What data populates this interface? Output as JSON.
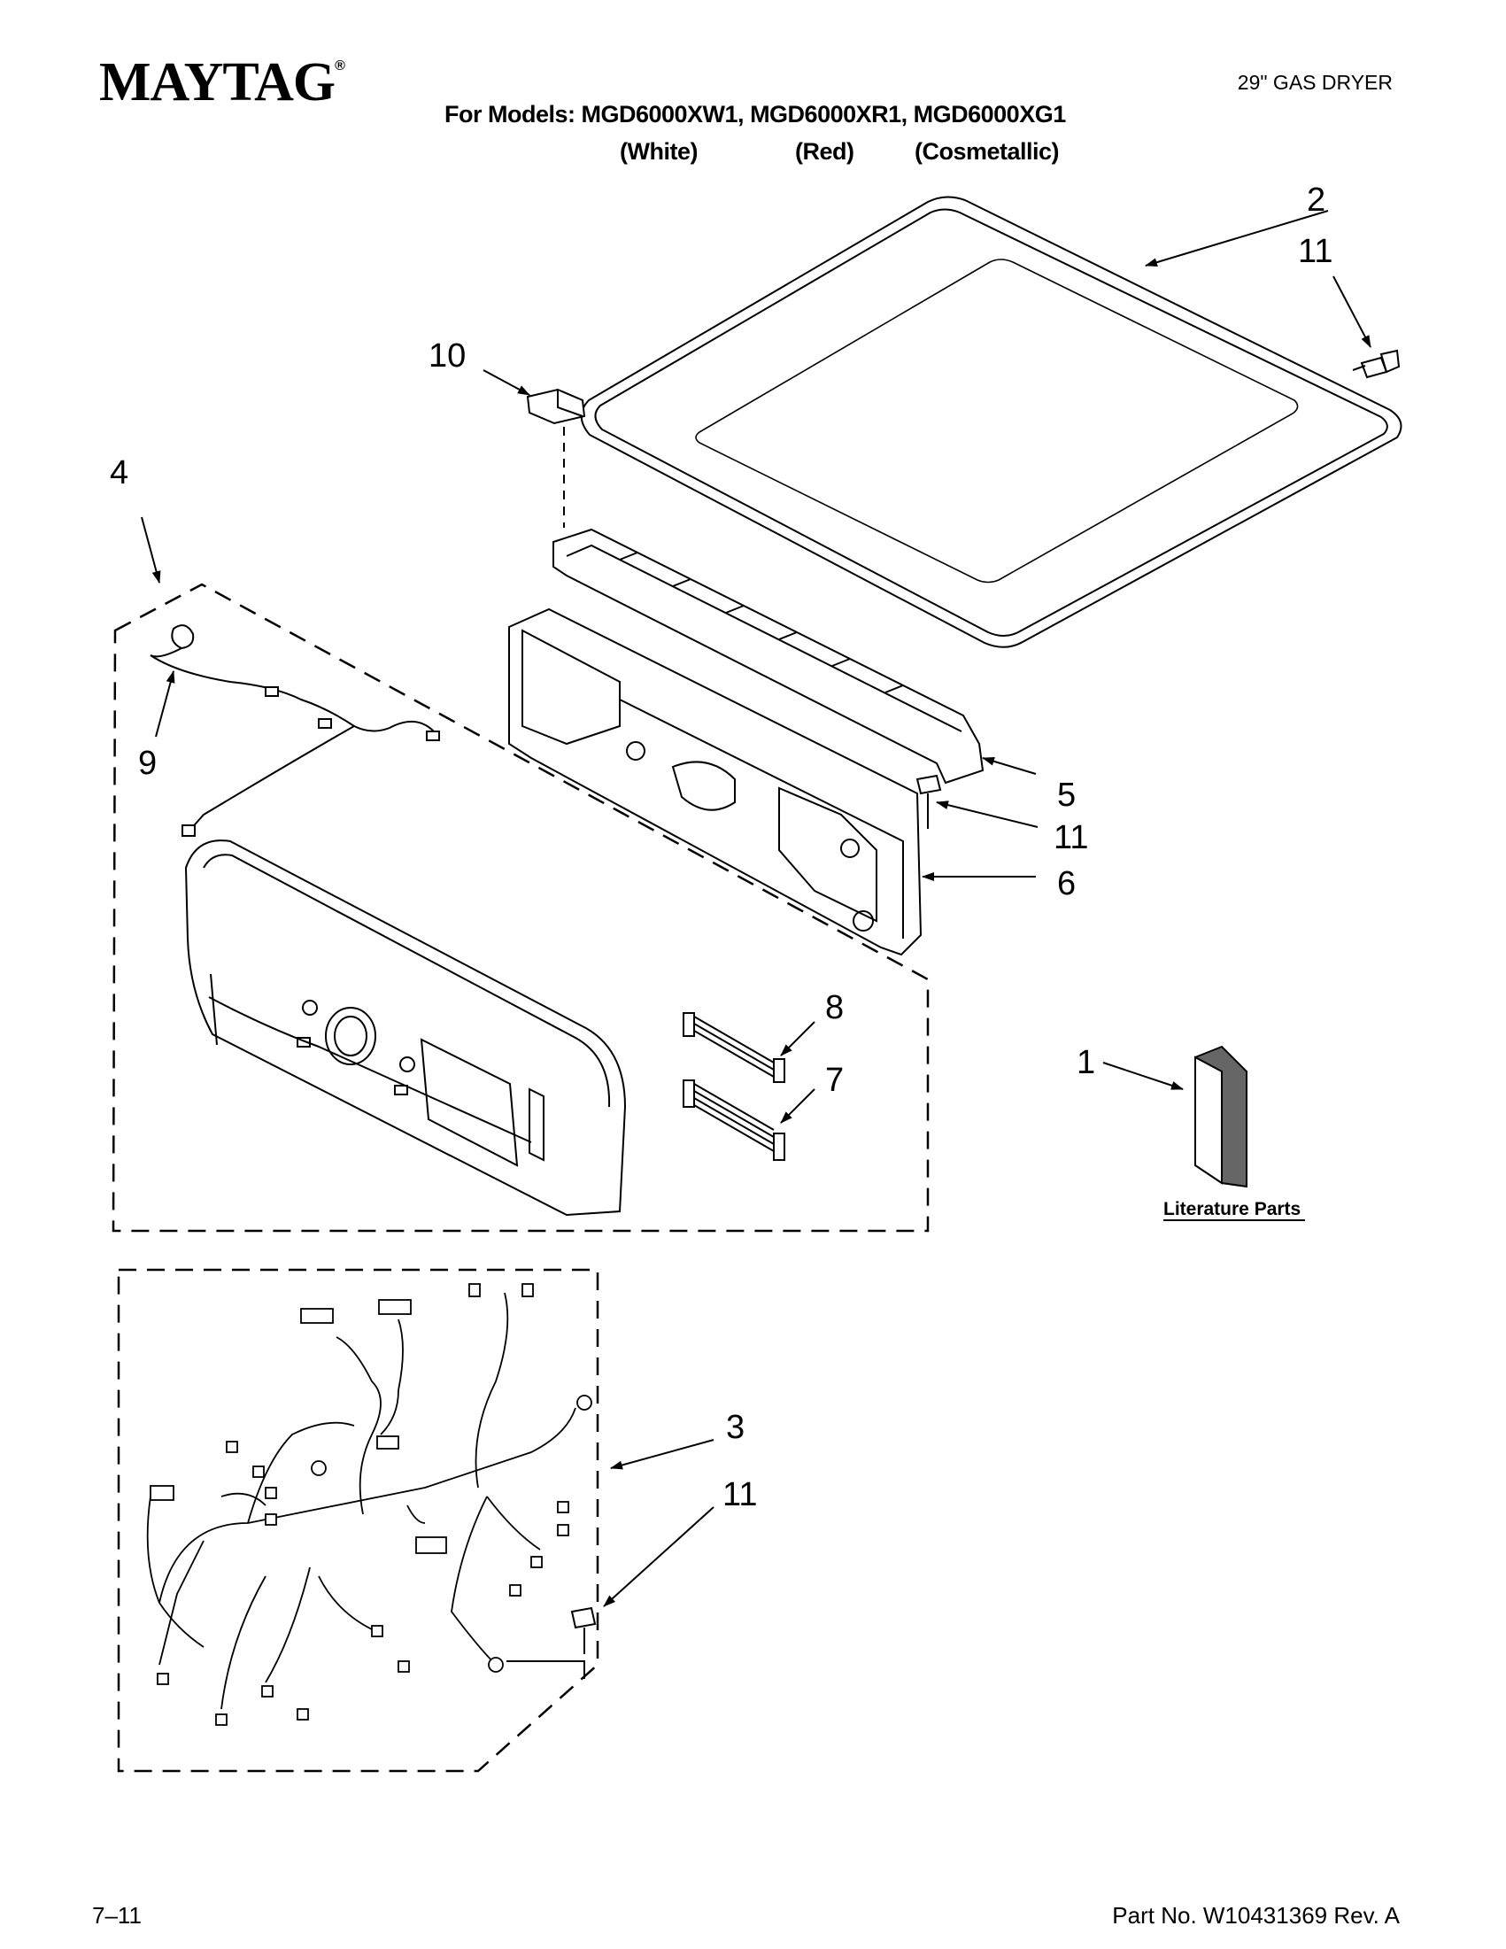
{
  "header": {
    "brand": "MAYTAG",
    "brand_mark": "®",
    "doc_type": "29\" GAS DRYER",
    "models_line": "For Models: MGD6000XW1, MGD6000XR1, MGD6000XG1",
    "colors": [
      "(White)",
      "(Red)",
      "(Cosmetallic)"
    ]
  },
  "callouts": {
    "top_panel": "2",
    "screw_top": "11",
    "clip": "10",
    "harness_group": "4",
    "sensor_wire": "9",
    "rear_bracket": "5",
    "screw_mid": "11",
    "console": "6",
    "ribbon_upper": "8",
    "ribbon_lower": "7",
    "literature": "1",
    "main_harness": "3",
    "screw_bottom": "11"
  },
  "literature_label": "Literature Parts",
  "footer": {
    "date": "7–11",
    "part_number": "Part No. W10431369 Rev. A"
  }
}
